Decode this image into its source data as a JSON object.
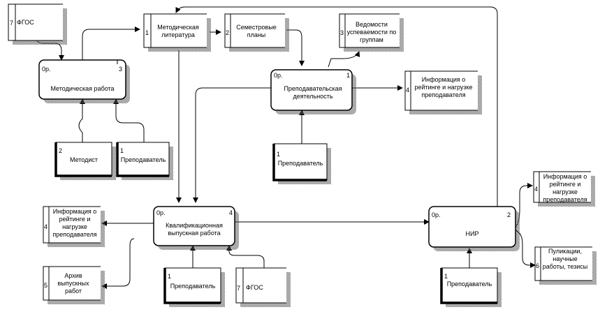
{
  "processes": [
    {
      "id": "p-met-work",
      "name": "Методическая работа",
      "code": "0р.",
      "number": "3"
    },
    {
      "id": "p-teach",
      "name": "Преподавательская деятельность",
      "code": "0р.",
      "number": "1"
    },
    {
      "id": "p-vkr",
      "name": "Квалификационная выпускная работа",
      "code": "0р.",
      "number": "4"
    },
    {
      "id": "p-nir",
      "name": "НИР",
      "code": "0р.",
      "number": "2"
    }
  ],
  "externals": [
    {
      "id": "e-metodist",
      "name": "Методист",
      "number": "2"
    },
    {
      "id": "e-prep-a",
      "name": "Преподаватель",
      "number": "1"
    },
    {
      "id": "e-prep-b",
      "name": "Преподаватель",
      "number": "1"
    },
    {
      "id": "e-prep-c",
      "name": "Преподаватель",
      "number": "1"
    },
    {
      "id": "e-prep-d",
      "name": "Преподаватель",
      "number": "1"
    }
  ],
  "stores": [
    {
      "id": "s-fgos-a",
      "name": "ФГОС",
      "number": "7"
    },
    {
      "id": "s-met-lit",
      "name": "Методическая литература",
      "number": "1"
    },
    {
      "id": "s-sem-plans",
      "name": "Семестровые планы",
      "number": "2"
    },
    {
      "id": "s-vedomosti",
      "name": "Ведомости успеваемости по группам",
      "number": "3"
    },
    {
      "id": "s-info-a",
      "name": "Информация о рейтинге и нагрузке преподавателя",
      "number": "4"
    },
    {
      "id": "s-info-b",
      "name": "Информация о рейтинге и нагрузке преподавателя",
      "number": "4"
    },
    {
      "id": "s-info-c",
      "name": "Информация о рейтинге и нагрузке преподавателя",
      "number": "4"
    },
    {
      "id": "s-archive",
      "name": "Архив выпускных работ",
      "number": "5"
    },
    {
      "id": "s-fgos-b",
      "name": "ФГОС",
      "number": "7"
    },
    {
      "id": "s-publications",
      "name": "Пуликации, научные работы, тезисы",
      "number": "6"
    }
  ],
  "colors": {
    "line": "#000000",
    "shadow": "#777777",
    "background": "#ffffff"
  }
}
